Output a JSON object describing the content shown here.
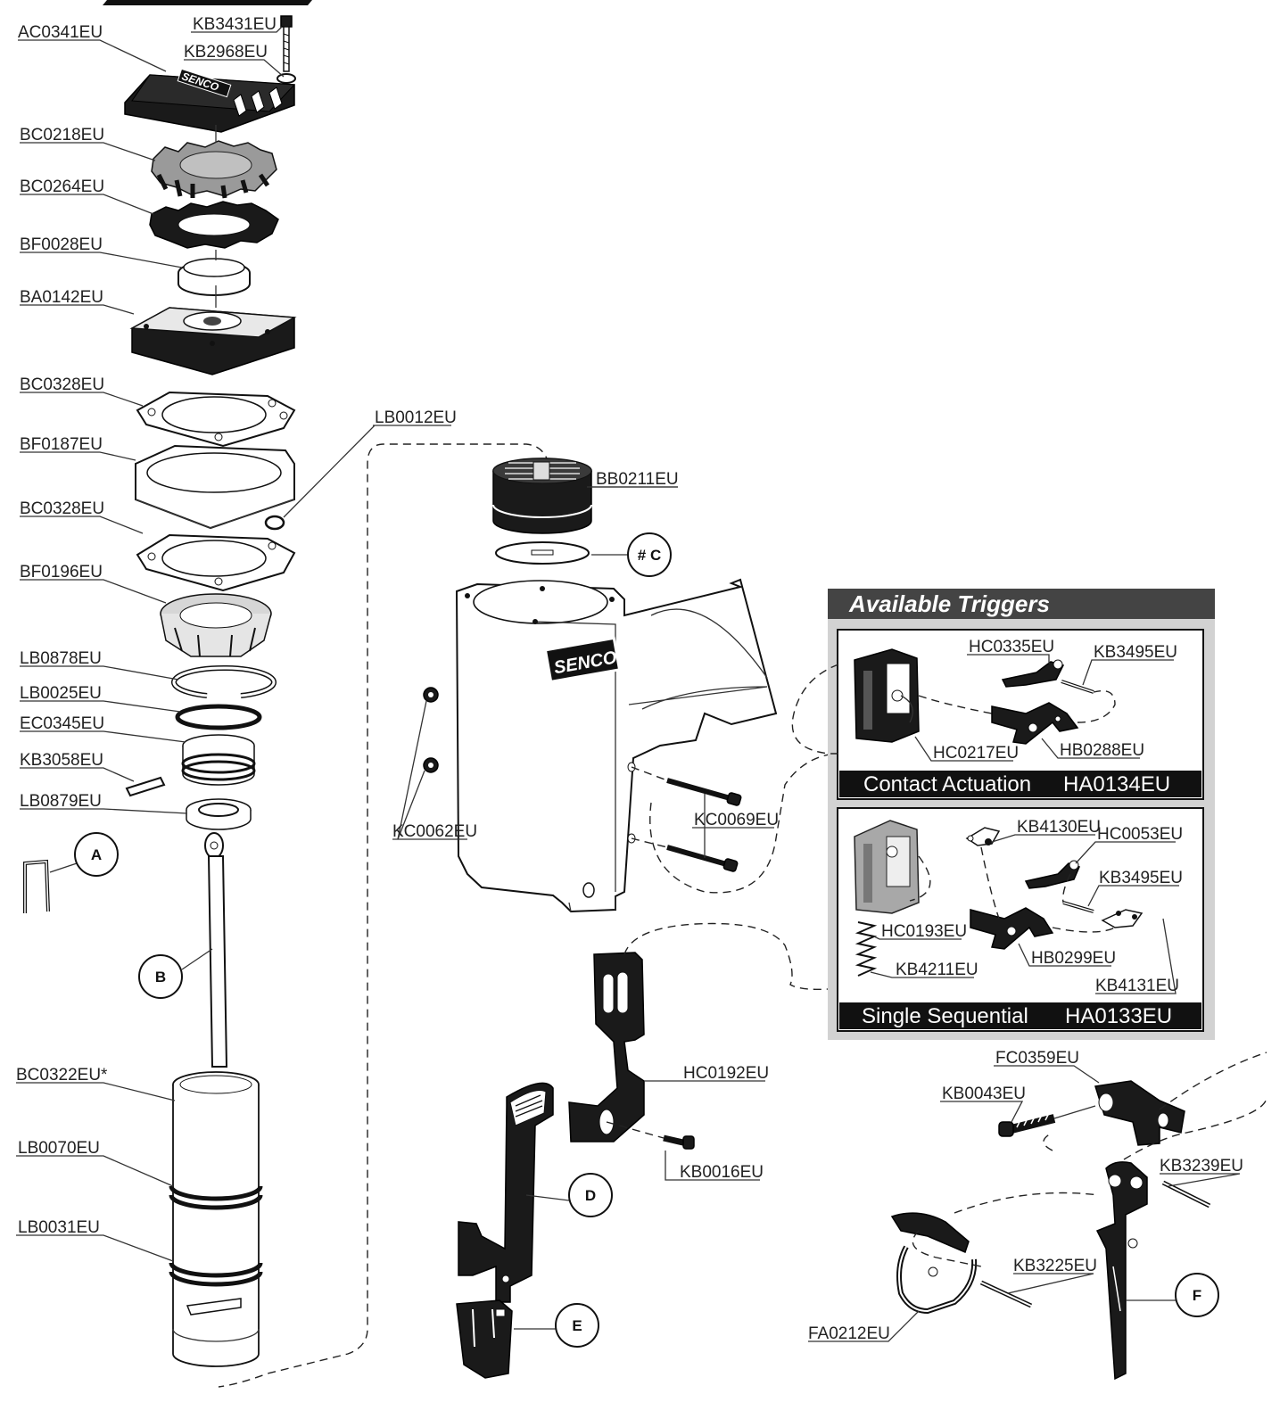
{
  "parts": {
    "ac0341": "AC0341EU",
    "kb3431": "KB3431EU",
    "kb2968": "KB2968EU",
    "bc0218": "BC0218EU",
    "bc0264": "BC0264EU",
    "bf0028": "BF0028EU",
    "ba0142": "BA0142EU",
    "bc0328a": "BC0328EU",
    "bf0187": "BF0187EU",
    "bc0328b": "BC0328EU",
    "lb0012": "LB0012EU",
    "bf0196": "BF0196EU",
    "lb0878": "LB0878EU",
    "lb0025": "LB0025EU",
    "ec0345": "EC0345EU",
    "kb3058": "KB3058EU",
    "lb0879": "LB0879EU",
    "bc0322": "BC0322EU*",
    "lb0070": "LB0070EU",
    "lb0031": "LB0031EU",
    "bb0211": "BB0211EU",
    "kc0062": "KC0062EU",
    "kc0069": "KC0069EU",
    "hc0192": "HC0192EU",
    "kb0016": "KB0016EU",
    "hc0335": "HC0335EU",
    "kb3495a": "KB3495EU",
    "hc0217": "HC0217EU",
    "hb0288": "HB0288EU",
    "kb4130": "KB4130EU",
    "hc0053": "HC0053EU",
    "kb3495b": "KB3495EU",
    "hc0193": "HC0193EU",
    "hb0299": "HB0299EU",
    "kb4211": "KB4211EU",
    "kb4131": "KB4131EU",
    "fc0359": "FC0359EU",
    "kb0043": "KB0043EU",
    "kb3239": "KB3239EU",
    "kb3225": "KB3225EU",
    "fa0212": "FA0212EU"
  },
  "callouts": {
    "a": "A",
    "b": "B",
    "c": "# C",
    "d": "D",
    "e": "E",
    "f": "F"
  },
  "triggers_box": {
    "title": "Available Triggers",
    "contact_name": "Contact Actuation",
    "contact_part": "HA0134EU",
    "single_name": "Single Sequential",
    "single_part": "HA0133EU"
  },
  "brand": {
    "logo_cap": "SENCO",
    "logo_body": "SENCO"
  }
}
